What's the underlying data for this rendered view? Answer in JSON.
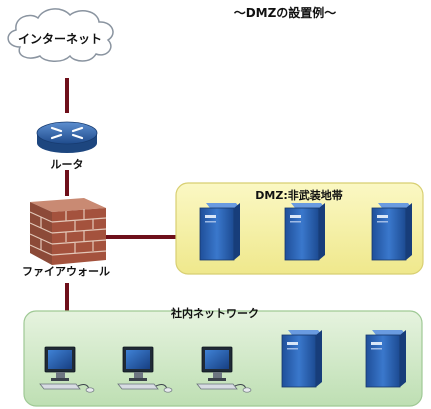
{
  "title": "〜DMZの設置例〜",
  "nodes": {
    "internet": "インターネット",
    "router": "ルータ",
    "firewall": "ファイアウォール"
  },
  "zones": {
    "dmz": "DMZ:非武装地帯",
    "internal": "社内ネットワーク"
  },
  "colors": {
    "link": "#6e0f1a",
    "dmz_fill": "#f6f2a8",
    "internal_fill": "#cfe8c7",
    "server": "#2b63b8",
    "monitor": "#245fb4"
  },
  "dmz_servers": 3,
  "internal_pcs": 3,
  "internal_servers": 2
}
